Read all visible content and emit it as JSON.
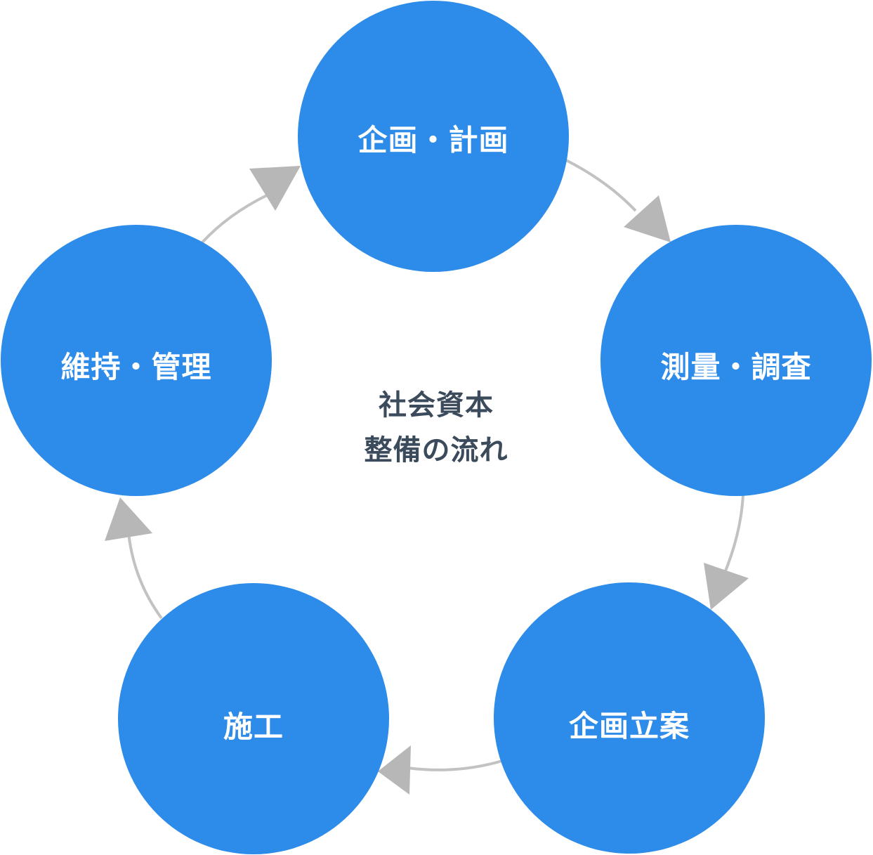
{
  "diagram": {
    "center_lines": [
      "社会資本",
      "整備の流れ"
    ],
    "nodes": [
      {
        "label": "企画・計画"
      },
      {
        "label": "測量・調査"
      },
      {
        "label": "企画立案"
      },
      {
        "label": "施工"
      },
      {
        "label": "維持・管理"
      }
    ],
    "colors": {
      "node_fill": "#2d8be9",
      "node_text": "#ffffff",
      "center_text": "#3c4b5c",
      "arrow": "#bdbdbd"
    }
  }
}
